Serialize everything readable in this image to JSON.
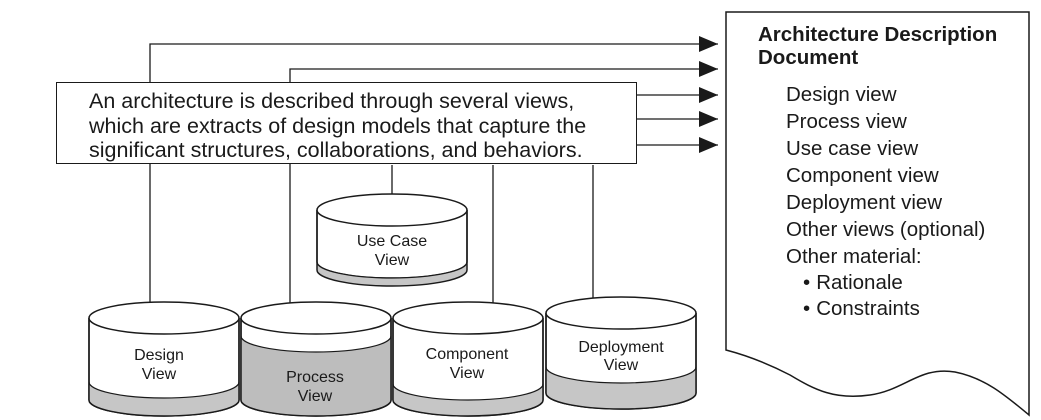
{
  "note": {
    "lines": [
      "An architecture is described through several views,",
      "which are extracts of design models that capture the",
      "significant structures, collaborations, and behaviors."
    ]
  },
  "document": {
    "title_lines": [
      "Architecture Description",
      "Document"
    ],
    "items": [
      "Design view",
      "Process view",
      "Use case view",
      "Component view",
      "Deployment view",
      "Other views (optional)",
      "Other material:"
    ],
    "sub_items": [
      "Rationale",
      "Constraints"
    ]
  },
  "views": {
    "use_case": [
      "Use Case",
      "View"
    ],
    "design": [
      "Design",
      "View"
    ],
    "process": [
      "Process",
      "View"
    ],
    "component": [
      "Component",
      "View"
    ],
    "deployment": [
      "Deployment",
      "View"
    ]
  },
  "colors": {
    "line": "#1a1a1a",
    "fill_light": "#ffffff",
    "fill_shaded": "#c6c6c6",
    "process_body": "#bdbdbd"
  }
}
